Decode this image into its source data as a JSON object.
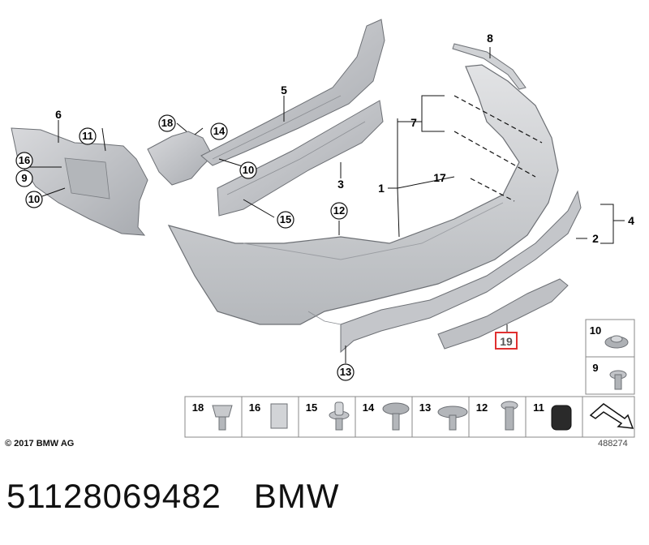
{
  "diagram": {
    "callouts": [
      "1",
      "2",
      "3",
      "4",
      "5",
      "6",
      "7",
      "8",
      "9",
      "10",
      "11",
      "12",
      "13",
      "14",
      "15",
      "16",
      "17",
      "18",
      "19"
    ],
    "highlighted_callout": "19",
    "parts_strip": [
      "18",
      "16",
      "15",
      "14",
      "13",
      "12",
      "11"
    ],
    "side_box": [
      "10",
      "9"
    ],
    "copyright": "© 2017 BMW AG",
    "drawing_number": "488274"
  },
  "caption": {
    "part_number": "51128069482",
    "brand": "BMW"
  },
  "colors": {
    "part_fill": "#c9cbce",
    "part_stroke": "#6d7075",
    "highlight": "#e03030"
  }
}
